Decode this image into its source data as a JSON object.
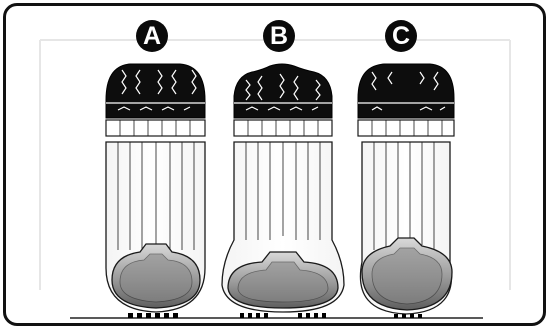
{
  "figure": {
    "tires": [
      {
        "label": "A",
        "inflation": "correct",
        "tread_contact": "even"
      },
      {
        "label": "B",
        "inflation": "under-inflated",
        "tread_contact": "shoulders"
      },
      {
        "label": "C",
        "inflation": "over-inflated",
        "tread_contact": "center"
      }
    ],
    "colors": {
      "tread": "#0d0d0d",
      "outline": "#1a1a1a",
      "rim_light": "#c8c8c8",
      "rim_dark": "#6a6a6a"
    }
  }
}
